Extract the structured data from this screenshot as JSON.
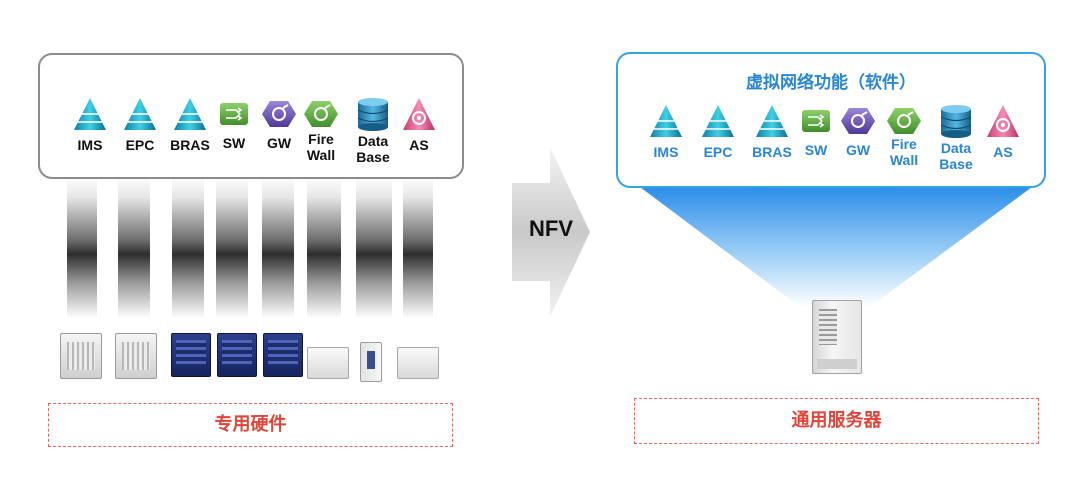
{
  "left": {
    "functions": [
      {
        "label": "IMS",
        "icon": "pyramid-icon"
      },
      {
        "label": "EPC",
        "icon": "pyramid-icon"
      },
      {
        "label": "BRAS",
        "icon": "pyramid-icon"
      },
      {
        "label": "SW",
        "icon": "switch-icon"
      },
      {
        "label": "GW",
        "icon": "gateway-icon"
      },
      {
        "label": "Fire\nWall",
        "icon": "firewall-icon"
      },
      {
        "label": "Data\nBase",
        "icon": "database-icon"
      },
      {
        "label": "AS",
        "icon": "app-server-icon"
      }
    ],
    "hardware_label": "专用硬件"
  },
  "arrow_label": "NFV",
  "right": {
    "title": "虚拟网络功能（软件）",
    "functions": [
      {
        "label": "IMS",
        "icon": "pyramid-icon"
      },
      {
        "label": "EPC",
        "icon": "pyramid-icon"
      },
      {
        "label": "BRAS",
        "icon": "pyramid-icon"
      },
      {
        "label": "SW",
        "icon": "switch-icon"
      },
      {
        "label": "GW",
        "icon": "gateway-icon"
      },
      {
        "label": "Fire\nWall",
        "icon": "firewall-icon"
      },
      {
        "label": "Data\nBase",
        "icon": "database-icon"
      },
      {
        "label": "AS",
        "icon": "app-server-icon"
      }
    ],
    "server_label": "通用服务器"
  },
  "colors": {
    "accent_blue": "#2a86d6",
    "red": "#e0453a",
    "teal": "#1ba6c4",
    "green": "#63b244",
    "purple": "#7355b5",
    "pink": "#e05b8e"
  }
}
